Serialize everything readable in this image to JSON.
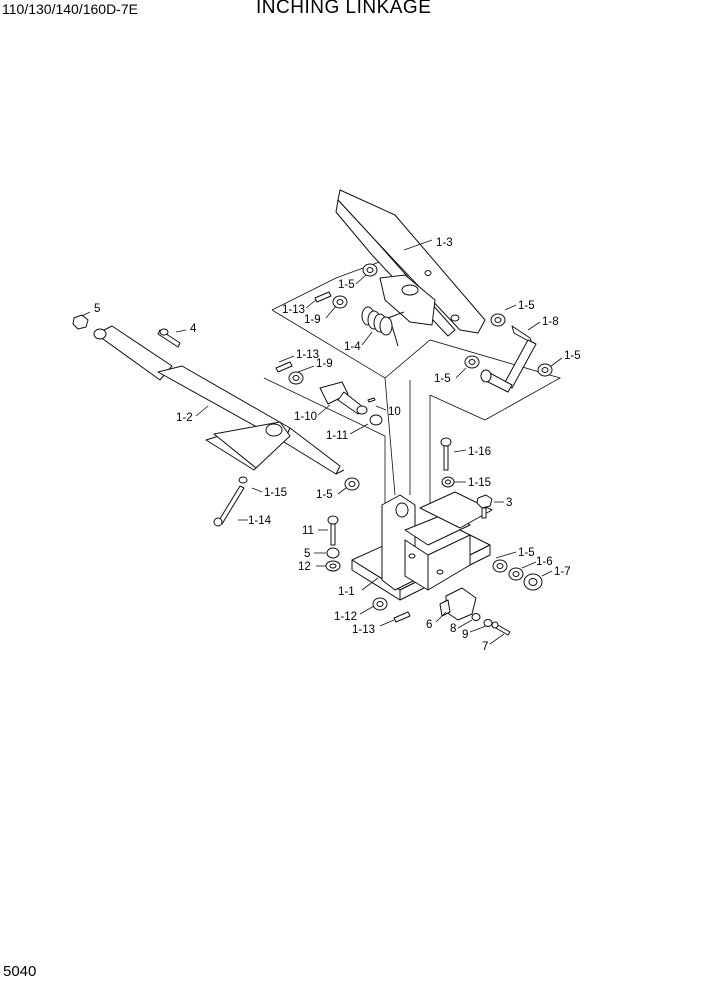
{
  "header": {
    "model": "110/130/140/160D-7E",
    "title": "INCHING LINKAGE"
  },
  "page_number": "5040",
  "callouts": [
    {
      "id": "c-1-3",
      "text": "1-3"
    },
    {
      "id": "c-1-5a",
      "text": "1-5"
    },
    {
      "id": "c-1-13a",
      "text": "1-13"
    },
    {
      "id": "c-1-9a",
      "text": "1-9"
    },
    {
      "id": "c-1-5b",
      "text": "1-5"
    },
    {
      "id": "c-1-8",
      "text": "1-8"
    },
    {
      "id": "c-1-4",
      "text": "1-4"
    },
    {
      "id": "c-1-5c",
      "text": "1-5"
    },
    {
      "id": "c-1-5d",
      "text": "1-5"
    },
    {
      "id": "c-5a",
      "text": "5"
    },
    {
      "id": "c-4",
      "text": "4"
    },
    {
      "id": "c-1-13b",
      "text": "1-13"
    },
    {
      "id": "c-1-9b",
      "text": "1-9"
    },
    {
      "id": "c-1-2",
      "text": "1-2"
    },
    {
      "id": "c-1-10",
      "text": "1-10"
    },
    {
      "id": "c-10",
      "text": "10"
    },
    {
      "id": "c-1-11",
      "text": "1-11"
    },
    {
      "id": "c-1-16",
      "text": "1-16"
    },
    {
      "id": "c-1-15a",
      "text": "1-15"
    },
    {
      "id": "c-1-15b",
      "text": "1-15"
    },
    {
      "id": "c-3",
      "text": "3"
    },
    {
      "id": "c-1-5e",
      "text": "1-5"
    },
    {
      "id": "c-1-14",
      "text": "1-14"
    },
    {
      "id": "c-11",
      "text": "11"
    },
    {
      "id": "c-5b",
      "text": "5"
    },
    {
      "id": "c-12",
      "text": "12"
    },
    {
      "id": "c-1-5f",
      "text": "1-5"
    },
    {
      "id": "c-1-6",
      "text": "1-6"
    },
    {
      "id": "c-1-7",
      "text": "1-7"
    },
    {
      "id": "c-1-1",
      "text": "1-1"
    },
    {
      "id": "c-1-12",
      "text": "1-12"
    },
    {
      "id": "c-1-13c",
      "text": "1-13"
    },
    {
      "id": "c-6",
      "text": "6"
    },
    {
      "id": "c-8",
      "text": "8"
    },
    {
      "id": "c-9",
      "text": "9"
    },
    {
      "id": "c-7",
      "text": "7"
    }
  ]
}
